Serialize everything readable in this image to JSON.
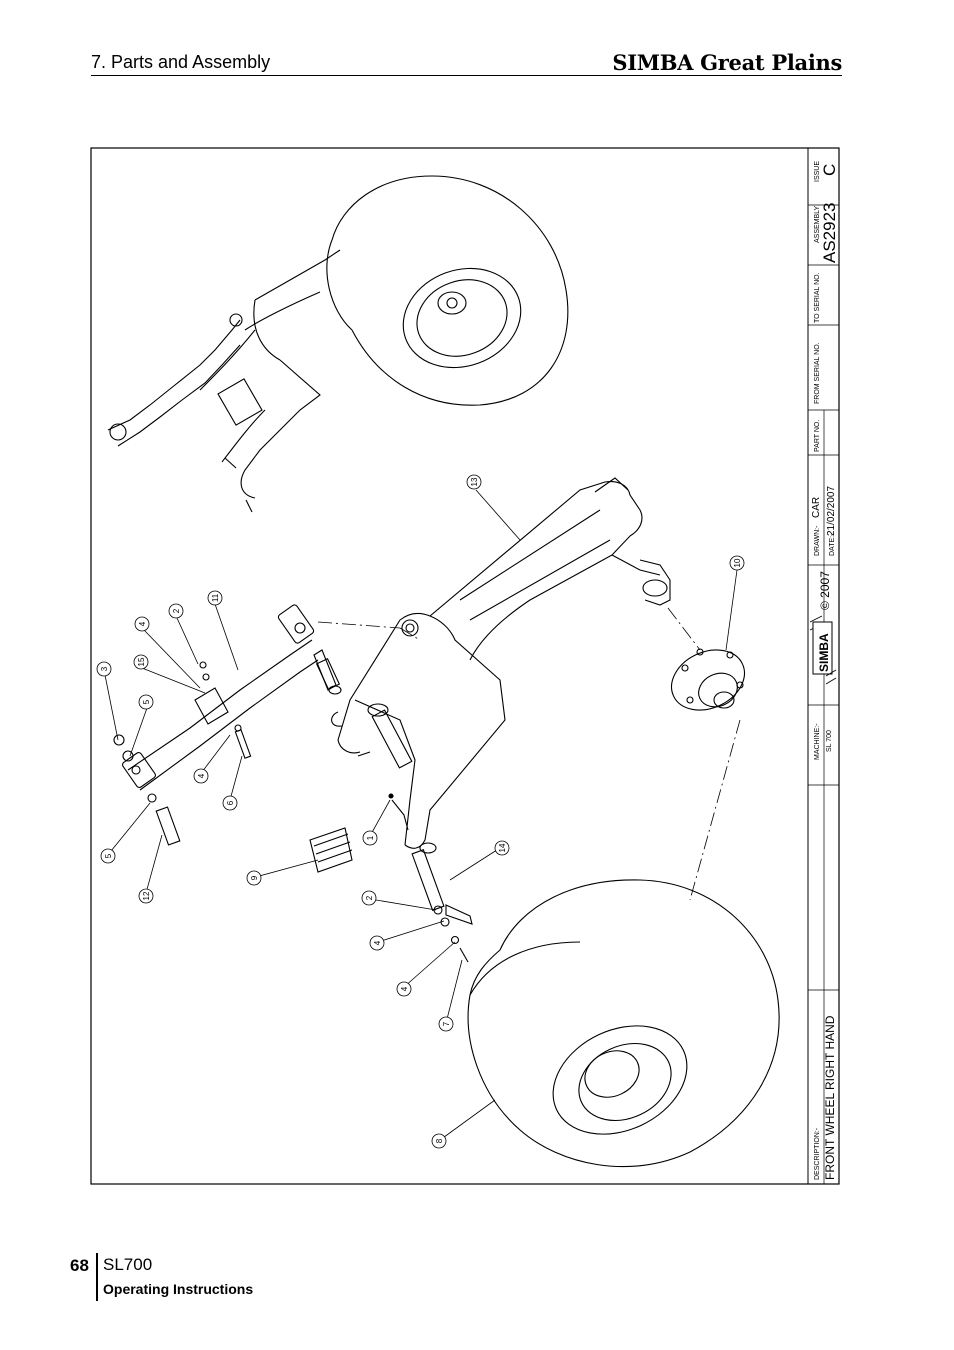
{
  "header": {
    "section_title": "7. Parts and Assembly",
    "brand": "SIMBA Great Plains"
  },
  "title_block": {
    "description_label": "DESCRIPTION:-",
    "description": "FRONT WHEEL RIGHT HAND",
    "machine_label": "MACHINE:-",
    "machine": "SL 700",
    "logo_text": "SIMBA",
    "copyright": "© 2007",
    "drawn_label": "DRAWN:-",
    "drawn_by": "CAR",
    "date_label": "DATE:-",
    "date": "21/02/2007",
    "part_no_label": "PART NO.",
    "from_serial_label": "FROM SERIAL NO.",
    "to_serial_label": "TO SERIAL NO.",
    "assembly_label": "ASSEMBLY",
    "assembly": "AS2923",
    "issue_label": "ISSUE",
    "issue": "C"
  },
  "callouts": [
    "1",
    "2",
    "2",
    "3",
    "4",
    "4",
    "4",
    "4",
    "5",
    "5",
    "6",
    "7",
    "8",
    "9",
    "10",
    "11",
    "12",
    "13",
    "14",
    "15"
  ],
  "footer": {
    "page_number": "68",
    "model": "SL700",
    "doc_title": "Operating Instructions"
  }
}
